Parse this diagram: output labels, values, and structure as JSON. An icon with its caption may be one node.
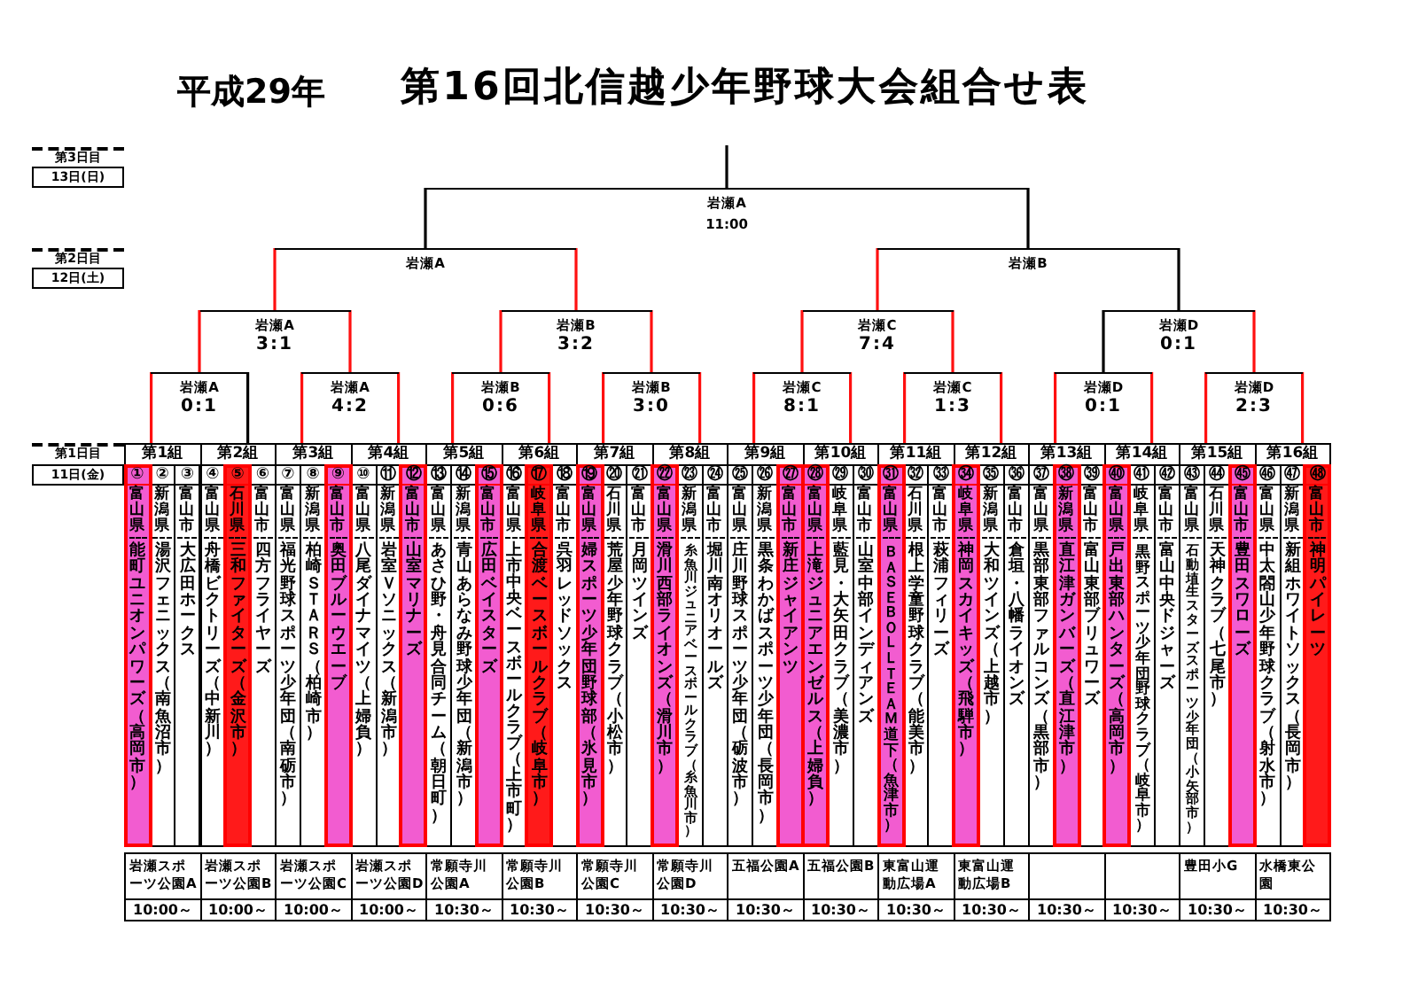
{
  "diagram": {
    "title": "第16回北信越少年野球大会組合せ表",
    "nodes": [
      {
        "text": [
          "岩瀬A",
          "11:00"
        ]
      },
      {
        "text": [
          "岩瀬A"
        ]
      },
      {
        "text": [
          "岩瀬B"
        ]
      },
      {
        "text": [
          "岩瀬A",
          "3:1"
        ]
      },
      {
        "text": [
          "岩瀬B",
          "3:2"
        ]
      },
      {
        "text": [
          "岩瀬C",
          "7:4"
        ]
      },
      {
        "text": [
          "岩瀬D",
          "0:1"
        ]
      },
      {
        "text": [
          "岩瀬A",
          "0:1"
        ]
      },
      {
        "text": [
          "岩瀬A",
          "4:2"
        ]
      },
      {
        "text": [
          "岩瀬B",
          "0:6"
        ]
      },
      {
        "text": [
          "岩瀬B",
          "3:0"
        ]
      },
      {
        "text": [
          "岩瀬C",
          "8:1"
        ]
      },
      {
        "text": [
          "岩瀬C",
          "1:3"
        ]
      },
      {
        "text": [
          "岩瀬D",
          "0:1"
        ]
      },
      {
        "text": [
          "岩瀬D",
          "2:3"
        ]
      },
      {
        "text": [
          "第1組"
        ]
      },
      {
        "text": [
          "第2組"
        ]
      },
      {
        "text": [
          "第3組"
        ]
      },
      {
        "text": [
          "第4組"
        ]
      },
      {
        "text": [
          "第5組"
        ]
      },
      {
        "text": [
          "第6組"
        ]
      },
      {
        "text": [
          "第7組"
        ]
      },
      {
        "text": [
          "第8組"
        ]
      },
      {
        "text": [
          "第9組"
        ]
      },
      {
        "text": [
          "第10組"
        ]
      },
      {
        "text": [
          "第11組"
        ]
      },
      {
        "text": [
          "第12組"
        ]
      },
      {
        "text": [
          "第13組"
        ]
      },
      {
        "text": [
          "第14組"
        ]
      },
      {
        "text": [
          "第15組"
        ]
      },
      {
        "text": [
          "第16組"
        ]
      },
      {
        "text": [
          "①",
          "富山県",
          "能町ユニオンパワーズ（高岡市）"
        ]
      },
      {
        "text": [
          "②",
          "新潟県",
          "湯沢フェニックス（南魚沼市）"
        ]
      },
      {
        "text": [
          "③",
          "富山市",
          "大広田ホークス"
        ]
      },
      {
        "text": [
          "④",
          "富山県",
          "舟橋ビクトリーズ（中新川）"
        ]
      },
      {
        "text": [
          "⑤",
          "石川県",
          "三和ファイターズ（金沢市）"
        ]
      },
      {
        "text": [
          "⑥",
          "富山市",
          "四方フライヤーズ"
        ]
      },
      {
        "text": [
          "⑦",
          "富山県",
          "福光野球スポーツ少年団（南砺市）"
        ]
      },
      {
        "text": [
          "⑧",
          "新潟県",
          "柏崎ＳＴＡＲＳ（柏崎市）"
        ]
      },
      {
        "text": [
          "⑨",
          "富山市",
          "奥田ブルーウエーブ"
        ]
      },
      {
        "text": [
          "⑩",
          "富山県",
          "八尾ダイナマイツ（上婦負）"
        ]
      },
      {
        "text": [
          "⑪",
          "新潟県",
          "岩室Ｖソニックス（新潟市）"
        ]
      },
      {
        "text": [
          "⑫",
          "富山市",
          "山室マリナーズ"
        ]
      },
      {
        "text": [
          "⑬",
          "富山県",
          "あさひ野・舟見合同チーム（朝日町）"
        ]
      },
      {
        "text": [
          "⑭",
          "新潟県",
          "青山あらなみ野球少年団（新潟市）"
        ]
      },
      {
        "text": [
          "⑮",
          "富山市",
          "広田ベイスターズ"
        ]
      },
      {
        "text": [
          "⑯",
          "富山県",
          "上市中央ベースボールクラブ（上市町）"
        ]
      },
      {
        "text": [
          "⑰",
          "岐阜県",
          "合渡ベースボールクラブ（岐阜市）"
        ]
      },
      {
        "text": [
          "⑱",
          "富山市",
          "呉羽レッドソックス"
        ]
      },
      {
        "text": [
          "⑲",
          "富山県",
          "婦スポーツ少年団野球部（氷見市）"
        ]
      },
      {
        "text": [
          "⑳",
          "石川県",
          "荒屋少年野球クラブ（小松市）"
        ]
      },
      {
        "text": [
          "㉑",
          "富山市",
          "月岡ツインズ"
        ]
      },
      {
        "text": [
          "㉒",
          "富山県",
          "滑川西部ライオンズ（滑川市）"
        ]
      },
      {
        "text": [
          "㉓",
          "新潟県",
          "糸魚川ジュニアベースボールクラブ（糸魚川市）"
        ]
      },
      {
        "text": [
          "㉔",
          "富山市",
          "堀川南オリオールズ"
        ]
      },
      {
        "text": [
          "㉕",
          "富山県",
          "庄川野球スポーツ少年団（砺波市）"
        ]
      },
      {
        "text": [
          "㉖",
          "新潟県",
          "黒条わかばスポーツ少年団（長岡市）"
        ]
      },
      {
        "text": [
          "㉗",
          "富山市",
          "新庄ジャイアンツ"
        ]
      },
      {
        "text": [
          "㉘",
          "富山県",
          "上滝ジュニアエンゼルス（上婦負）"
        ]
      },
      {
        "text": [
          "㉙",
          "岐阜県",
          "藍見・大矢田クラブ（美濃市）"
        ]
      },
      {
        "text": [
          "㉚",
          "富山市",
          "山室中部インディアンズ"
        ]
      },
      {
        "text": [
          "㉛",
          "富山県",
          "ＢＡＳＥＢＯＬＬＴＥＡＭ道下（魚津市）"
        ]
      },
      {
        "text": [
          "㉜",
          "石川県",
          "根上学童野球クラブ（能美市）"
        ]
      },
      {
        "text": [
          "㉝",
          "富山市",
          "萩浦フィリーズ"
        ]
      },
      {
        "text": [
          "㉞",
          "岐阜県",
          "神岡スカイキッズ（飛騨市）"
        ]
      },
      {
        "text": [
          "㉟",
          "新潟県",
          "大和ツインズ（上越市）"
        ]
      },
      {
        "text": [
          "㊱",
          "富山市",
          "倉垣・八幡ライオンズ"
        ]
      },
      {
        "text": [
          "㊲",
          "富山県",
          "黒部東部ファルコンズ（黒部市）"
        ]
      },
      {
        "text": [
          "㊳",
          "新潟県",
          "直江津ガンバーズ（直江津市）"
        ]
      },
      {
        "text": [
          "㊴",
          "富山市",
          "富山東部ブリュワーズ"
        ]
      },
      {
        "text": [
          "㊵",
          "富山県",
          "戸出東部ハンターズ（高岡市）"
        ]
      },
      {
        "text": [
          "㊶",
          "岐阜県",
          "黒野スポーツ少年団野球クラブ（岐阜市）"
        ]
      },
      {
        "text": [
          "㊷",
          "富山市",
          "富山中央ドジャーズ"
        ]
      },
      {
        "text": [
          "㊸",
          "富山県",
          "石動埴生スターズスポーツ少年団（小矢部市）"
        ]
      },
      {
        "text": [
          "㊹",
          "石川県",
          "天神クラブ（七尾市）"
        ]
      },
      {
        "text": [
          "㊺",
          "富山市",
          "豊田スワローズ"
        ]
      },
      {
        "text": [
          "㊻",
          "富山県",
          "中太閤山少年野球クラブ（射水市）"
        ]
      },
      {
        "text": [
          "㊼",
          "新潟県",
          "新組ホワイトソックス（長岡市）"
        ]
      },
      {
        "text": [
          "㊽",
          "富山市",
          "神明パイレーツ"
        ]
      }
    ],
    "edges": [
      {
        "from": 0,
        "to": null,
        "arrow": "none",
        "color": "#000000"
      },
      {
        "from": 1,
        "to": 0,
        "arrow": "none",
        "color": "#000000"
      },
      {
        "from": 2,
        "to": 0,
        "arrow": "none",
        "color": "#000000"
      },
      {
        "from": 3,
        "to": 1,
        "arrow": "none"
      },
      {
        "from": 4,
        "to": 1,
        "arrow": "none"
      },
      {
        "from": 5,
        "to": 2,
        "arrow": "none"
      },
      {
        "from": 6,
        "to": 2,
        "arrow": "none",
        "color": "#000000"
      },
      {
        "from": 7,
        "to": 3,
        "arrow": "none"
      },
      {
        "from": 8,
        "to": 3,
        "arrow": "none"
      },
      {
        "from": 9,
        "to": 4,
        "arrow": "none"
      },
      {
        "from": 10,
        "to": 4,
        "arrow": "none"
      },
      {
        "from": 11,
        "to": 5,
        "arrow": "none"
      },
      {
        "from": 12,
        "to": 5,
        "arrow": "none"
      },
      {
        "from": 13,
        "to": 6,
        "arrow": "none",
        "color": "#000000"
      },
      {
        "from": 14,
        "to": 6,
        "arrow": "none"
      },
      {
        "from": 15,
        "to": 7,
        "arrow": "none"
      },
      {
        "from": 16,
        "to": 7,
        "arrow": "none",
        "color": "#000000"
      },
      {
        "from": 17,
        "to": 8,
        "arrow": "none"
      },
      {
        "from": 18,
        "to": 8,
        "arrow": "none"
      },
      {
        "from": 19,
        "to": 9,
        "arrow": "none"
      },
      {
        "from": 20,
        "to": 9,
        "arrow": "none"
      },
      {
        "from": 21,
        "to": 10,
        "arrow": "none"
      },
      {
        "from": 22,
        "to": 10,
        "arrow": "none"
      },
      {
        "from": 23,
        "to": 11,
        "arrow": "none"
      },
      {
        "from": 24,
        "to": 11,
        "arrow": "none"
      },
      {
        "from": 25,
        "to": 12,
        "arrow": "none"
      },
      {
        "from": 26,
        "to": 12,
        "arrow": "none"
      },
      {
        "from": 27,
        "to": 13,
        "arrow": "none"
      },
      {
        "from": 28,
        "to": 13,
        "arrow": "none"
      },
      {
        "from": 29,
        "to": 14,
        "arrow": "none"
      },
      {
        "from": 30,
        "to": 14,
        "arrow": "none"
      }
    ],
    "labels": [
      "平成29年",
      "第3日目",
      "13日(日)",
      "第2日目",
      "12日(土)",
      "第1日目",
      "11日(金)",
      "岩瀬スポーツ公園A",
      "岩瀬スポーツ公園B",
      "岩瀬スポーツ公園C",
      "岩瀬スポーツ公園D",
      "常願寺川公園A",
      "常願寺川公園B",
      "常願寺川公園C",
      "常願寺川公園D",
      "五福公園A",
      "五福公園B",
      "東富山運動広場A",
      "東富山運動広場B",
      "豊田小G",
      "水橋東公園",
      "10:00～",
      "10:00～",
      "10:00～",
      "10:00～",
      "10:30～",
      "10:30～",
      "10:30～",
      "10:30～",
      "10:30～",
      "10:30～",
      "10:30～",
      "10:30～",
      "10:30～",
      "10:30～",
      "10:30～",
      "10:30～"
    ]
  }
}
